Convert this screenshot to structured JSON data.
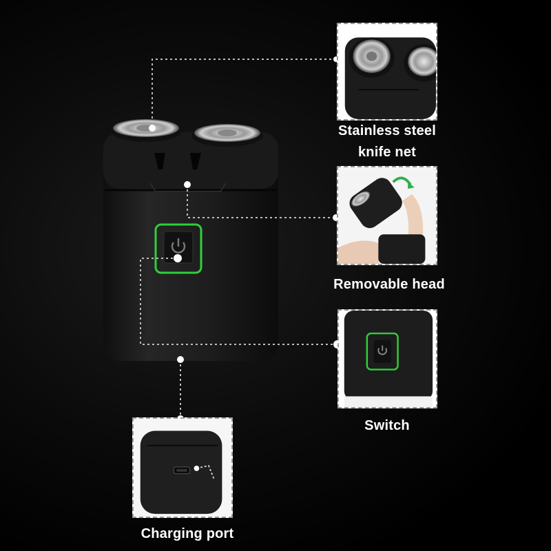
{
  "callouts": {
    "knife_net": {
      "line1": "Stainless steel",
      "line2": "knife net"
    },
    "removable_head": {
      "label": "Removable head"
    },
    "switch": {
      "label": "Switch"
    },
    "charging_port": {
      "label": "Charging port"
    }
  },
  "icons": {
    "power": "power-icon",
    "usb_port": "usb-port-icon"
  },
  "colors": {
    "accent_green": "#2fd03a",
    "body": "#1f1f1f",
    "guide_line": "#bdbdbd"
  }
}
